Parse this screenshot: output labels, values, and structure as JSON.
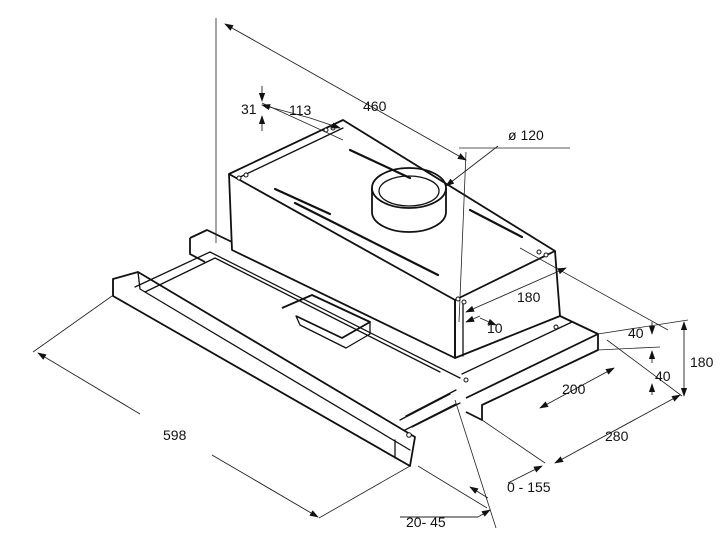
{
  "dimensions": {
    "width_total": "598",
    "depth_body": "460",
    "duct_diameter": "ø 120",
    "duct_offset_side": "113",
    "duct_offset_back": "31",
    "body_side_depth": "180",
    "body_offset_10": "10",
    "trim_height_upper": "40",
    "trim_height_lower": "40",
    "overall_height": "180",
    "body_width_200": "200",
    "depth_280": "280",
    "extension_range": "0 - 155",
    "front_trim": "20- 45"
  },
  "colors": {
    "line": "#111111",
    "background": "#ffffff"
  }
}
